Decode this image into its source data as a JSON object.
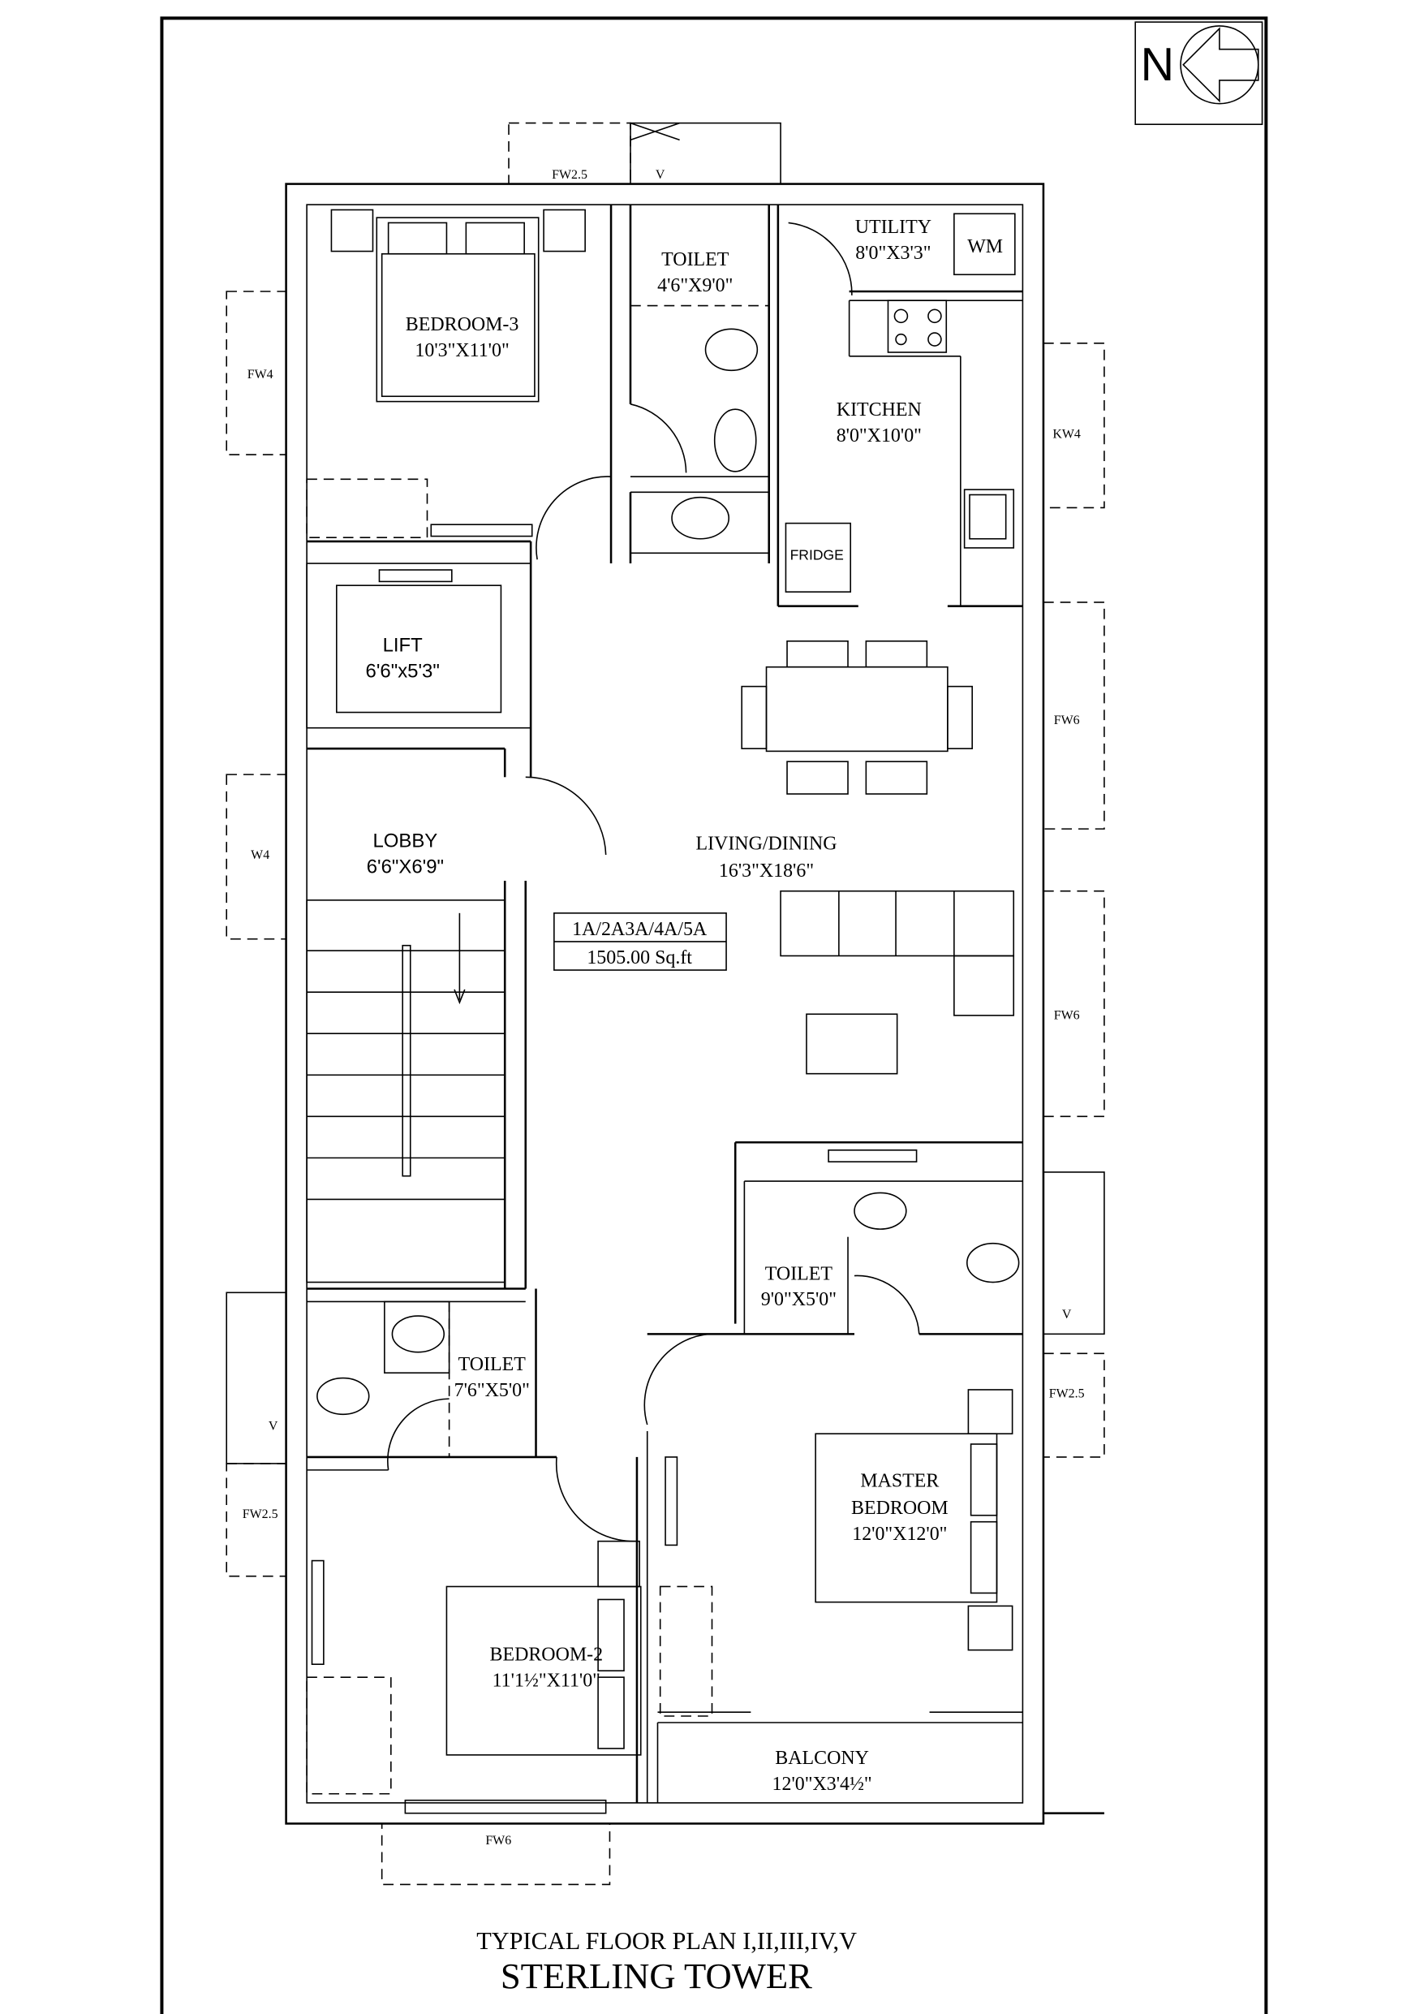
{
  "compass": {
    "north_label": "N"
  },
  "rooms": {
    "bedroom3": {
      "name": "BEDROOM-3",
      "size": "10'3\"X11'0\""
    },
    "toilet_top": {
      "name": "TOILET",
      "size": "4'6\"X9'0\""
    },
    "utility": {
      "name": "UTILITY",
      "size": "8'0\"X3'3\"",
      "appliance": "WM"
    },
    "kitchen": {
      "name": "KITCHEN",
      "size": "8'0\"X10'0\"",
      "appliance": "FRIDGE"
    },
    "lift": {
      "name": "LIFT",
      "size": "6'6\"x5'3\""
    },
    "lobby": {
      "name": "LOBBY",
      "size": "6'6\"X6'9\""
    },
    "living": {
      "name": "LIVING/DINING",
      "size": "16'3\"X18'6\""
    },
    "toilet_master": {
      "name": "TOILET",
      "size": "9'0\"X5'0\""
    },
    "toilet_bed2": {
      "name": "TOILET",
      "size": "7'6\"X5'0\""
    },
    "master": {
      "name_line1": "MASTER",
      "name_line2": "BEDROOM",
      "size": "12'0\"X12'0\""
    },
    "bedroom2": {
      "name": "BEDROOM-2",
      "size": "11'1½\"X11'0\""
    },
    "balcony": {
      "name": "BALCONY",
      "size": "12'0\"X3'4½\""
    }
  },
  "unit_info": {
    "units": "1A/2A3A/4A/5A",
    "area": "1505.00 Sq.ft"
  },
  "windows": {
    "top_fw": "FW2.5",
    "top_v": "V",
    "left_fw4": "FW4",
    "right_kw4": "KW4",
    "right_fw6_a": "FW6",
    "left_w4": "W4",
    "right_fw6_b": "FW6",
    "right_v": "V",
    "right_fw25": "FW2.5",
    "left_v": "V",
    "left_fw25": "FW2.5",
    "bottom_fw6": "FW6"
  },
  "title": {
    "subtitle": "TYPICAL FLOOR PLAN I,II,III,IV,V",
    "name": "STERLING TOWER"
  }
}
